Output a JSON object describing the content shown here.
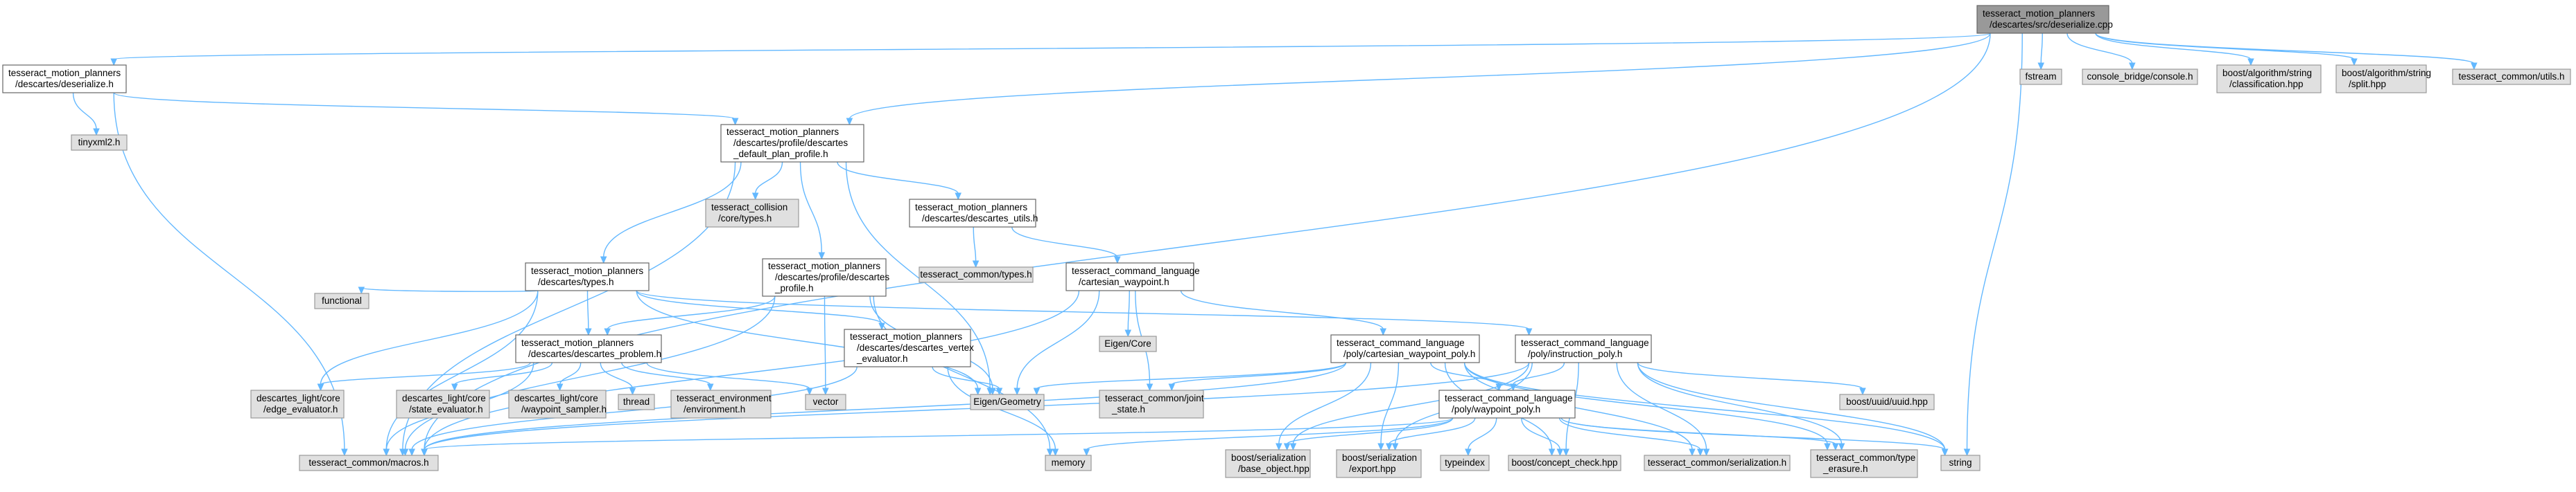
{
  "graph": {
    "colors": {
      "root_fill": "#999999",
      "root_border": "#666666",
      "local_fill": "#ffffff",
      "local_border": "#666666",
      "external_fill": "#e0e0e0",
      "external_border": "#999999",
      "edge": "#63b8ff"
    },
    "nodes": [
      {
        "id": "root",
        "kind": "root",
        "lines": [
          "tesseract_motion_planners",
          "/descartes/src/deserialize.cpp"
        ]
      },
      {
        "id": "deser_h",
        "kind": "local",
        "lines": [
          "tesseract_motion_planners",
          "/descartes/deserialize.h"
        ]
      },
      {
        "id": "tinyxml2",
        "kind": "external",
        "lines": [
          "tinyxml2.h"
        ]
      },
      {
        "id": "fstream",
        "kind": "external",
        "lines": [
          "fstream"
        ]
      },
      {
        "id": "console",
        "kind": "external",
        "lines": [
          "console_bridge/console.h"
        ]
      },
      {
        "id": "boost_class",
        "kind": "external",
        "lines": [
          "boost/algorithm/string",
          "/classification.hpp"
        ]
      },
      {
        "id": "boost_split",
        "kind": "external",
        "lines": [
          "boost/algorithm/string",
          "/split.hpp"
        ]
      },
      {
        "id": "tc_utils",
        "kind": "external",
        "lines": [
          "tesseract_common/utils.h"
        ]
      },
      {
        "id": "default_plan",
        "kind": "local",
        "lines": [
          "tesseract_motion_planners",
          "/descartes/profile/descartes",
          "_default_plan_profile.h"
        ]
      },
      {
        "id": "collision_types",
        "kind": "external",
        "lines": [
          "tesseract_collision",
          "/core/types.h"
        ]
      },
      {
        "id": "desc_utils",
        "kind": "local",
        "lines": [
          "tesseract_motion_planners",
          "/descartes/descartes_utils.h"
        ]
      },
      {
        "id": "tc_types",
        "kind": "external",
        "lines": [
          "tesseract_common/types.h"
        ]
      },
      {
        "id": "cart_wp",
        "kind": "local",
        "lines": [
          "tesseract_command_language",
          "/cartesian_waypoint.h"
        ]
      },
      {
        "id": "desc_types",
        "kind": "local",
        "lines": [
          "tesseract_motion_planners",
          "/descartes/types.h"
        ]
      },
      {
        "id": "desc_profile",
        "kind": "local",
        "lines": [
          "tesseract_motion_planners",
          "/descartes/profile/descartes",
          "_profile.h"
        ]
      },
      {
        "id": "functional",
        "kind": "external",
        "lines": [
          "functional"
        ]
      },
      {
        "id": "desc_problem",
        "kind": "local",
        "lines": [
          "tesseract_motion_planners",
          "/descartes/descartes_problem.h"
        ]
      },
      {
        "id": "vertex_eval",
        "kind": "local",
        "lines": [
          "tesseract_motion_planners",
          "/descartes/descartes_vertex",
          "_evaluator.h"
        ]
      },
      {
        "id": "eigen_core",
        "kind": "external",
        "lines": [
          "Eigen/Core"
        ]
      },
      {
        "id": "poly_cart",
        "kind": "local",
        "lines": [
          "tesseract_command_language",
          "/poly/cartesian_waypoint_poly.h"
        ]
      },
      {
        "id": "poly_instr",
        "kind": "local",
        "lines": [
          "tesseract_command_language",
          "/poly/instruction_poly.h"
        ]
      },
      {
        "id": "edge_eval",
        "kind": "external",
        "lines": [
          "descartes_light/core",
          "/edge_evaluator.h"
        ]
      },
      {
        "id": "state_eval",
        "kind": "external",
        "lines": [
          "descartes_light/core",
          "/state_evaluator.h"
        ]
      },
      {
        "id": "wp_sampler",
        "kind": "external",
        "lines": [
          "descartes_light/core",
          "/waypoint_sampler.h"
        ]
      },
      {
        "id": "thread",
        "kind": "external",
        "lines": [
          "thread"
        ]
      },
      {
        "id": "te_env",
        "kind": "external",
        "lines": [
          "tesseract_environment",
          "/environment.h"
        ]
      },
      {
        "id": "vector",
        "kind": "external",
        "lines": [
          "vector"
        ]
      },
      {
        "id": "eigen_geom",
        "kind": "external",
        "lines": [
          "Eigen/Geometry"
        ]
      },
      {
        "id": "joint_state",
        "kind": "external",
        "lines": [
          "tesseract_common/joint",
          "_state.h"
        ]
      },
      {
        "id": "boost_uuid",
        "kind": "external",
        "lines": [
          "boost/uuid/uuid.hpp"
        ]
      },
      {
        "id": "poly_wp",
        "kind": "local",
        "lines": [
          "tesseract_command_language",
          "/poly/waypoint_poly.h"
        ]
      },
      {
        "id": "macros",
        "kind": "external",
        "lines": [
          "tesseract_common/macros.h"
        ]
      },
      {
        "id": "memory",
        "kind": "external",
        "lines": [
          "memory"
        ]
      },
      {
        "id": "base_object",
        "kind": "external",
        "lines": [
          "boost/serialization",
          "/base_object.hpp"
        ]
      },
      {
        "id": "bs_export",
        "kind": "external",
        "lines": [
          "boost/serialization",
          "/export.hpp"
        ]
      },
      {
        "id": "typeindex",
        "kind": "external",
        "lines": [
          "typeindex"
        ]
      },
      {
        "id": "concept",
        "kind": "external",
        "lines": [
          "boost/concept_check.hpp"
        ]
      },
      {
        "id": "tc_serial",
        "kind": "external",
        "lines": [
          "tesseract_common/serialization.h"
        ]
      },
      {
        "id": "type_erasure",
        "kind": "external",
        "lines": [
          "tesseract_common/type",
          "_erasure.h"
        ]
      },
      {
        "id": "string",
        "kind": "external",
        "lines": [
          "string"
        ]
      }
    ],
    "edges": [
      [
        "root",
        "deser_h"
      ],
      [
        "root",
        "fstream"
      ],
      [
        "root",
        "console"
      ],
      [
        "root",
        "boost_class"
      ],
      [
        "root",
        "boost_split"
      ],
      [
        "root",
        "tc_utils"
      ],
      [
        "root",
        "default_plan"
      ],
      [
        "root",
        "macros"
      ],
      [
        "root",
        "string"
      ],
      [
        "deser_h",
        "tinyxml2"
      ],
      [
        "deser_h",
        "default_plan"
      ],
      [
        "deser_h",
        "macros"
      ],
      [
        "default_plan",
        "collision_types"
      ],
      [
        "default_plan",
        "desc_utils"
      ],
      [
        "default_plan",
        "desc_types"
      ],
      [
        "default_plan",
        "desc_profile"
      ],
      [
        "default_plan",
        "eigen_geom"
      ],
      [
        "default_plan",
        "macros"
      ],
      [
        "desc_utils",
        "tc_types"
      ],
      [
        "desc_utils",
        "cart_wp"
      ],
      [
        "cart_wp",
        "eigen_core"
      ],
      [
        "cart_wp",
        "eigen_geom"
      ],
      [
        "cart_wp",
        "poly_cart"
      ],
      [
        "cart_wp",
        "joint_state"
      ],
      [
        "cart_wp",
        "macros"
      ],
      [
        "desc_types",
        "functional"
      ],
      [
        "desc_types",
        "desc_problem"
      ],
      [
        "desc_types",
        "vertex_eval"
      ],
      [
        "desc_types",
        "edge_eval"
      ],
      [
        "desc_types",
        "eigen_geom"
      ],
      [
        "desc_types",
        "poly_instr"
      ],
      [
        "desc_types",
        "macros"
      ],
      [
        "desc_profile",
        "desc_problem"
      ],
      [
        "desc_profile",
        "vector"
      ],
      [
        "desc_profile",
        "eigen_geom"
      ],
      [
        "desc_profile",
        "memory"
      ],
      [
        "desc_profile",
        "macros"
      ],
      [
        "desc_problem",
        "edge_eval"
      ],
      [
        "desc_problem",
        "state_eval"
      ],
      [
        "desc_problem",
        "wp_sampler"
      ],
      [
        "desc_problem",
        "thread"
      ],
      [
        "desc_problem",
        "te_env"
      ],
      [
        "desc_problem",
        "vector"
      ],
      [
        "desc_problem",
        "macros"
      ],
      [
        "vertex_eval",
        "eigen_geom"
      ],
      [
        "vertex_eval",
        "memory"
      ],
      [
        "vertex_eval",
        "macros"
      ],
      [
        "poly_cart",
        "eigen_geom"
      ],
      [
        "poly_cart",
        "joint_state"
      ],
      [
        "poly_cart",
        "poly_wp"
      ],
      [
        "poly_cart",
        "macros"
      ],
      [
        "poly_cart",
        "base_object"
      ],
      [
        "poly_cart",
        "bs_export"
      ],
      [
        "poly_cart",
        "concept"
      ],
      [
        "poly_cart",
        "tc_serial"
      ],
      [
        "poly_cart",
        "type_erasure"
      ],
      [
        "poly_cart",
        "string"
      ],
      [
        "poly_instr",
        "boost_uuid"
      ],
      [
        "poly_instr",
        "poly_wp"
      ],
      [
        "poly_instr",
        "macros"
      ],
      [
        "poly_instr",
        "base_object"
      ],
      [
        "poly_instr",
        "bs_export"
      ],
      [
        "poly_instr",
        "concept"
      ],
      [
        "poly_instr",
        "tc_serial"
      ],
      [
        "poly_instr",
        "type_erasure"
      ],
      [
        "poly_instr",
        "string"
      ],
      [
        "poly_wp",
        "macros"
      ],
      [
        "poly_wp",
        "memory"
      ],
      [
        "poly_wp",
        "base_object"
      ],
      [
        "poly_wp",
        "bs_export"
      ],
      [
        "poly_wp",
        "typeindex"
      ],
      [
        "poly_wp",
        "concept"
      ],
      [
        "poly_wp",
        "tc_serial"
      ],
      [
        "poly_wp",
        "type_erasure"
      ],
      [
        "poly_wp",
        "string"
      ]
    ]
  }
}
